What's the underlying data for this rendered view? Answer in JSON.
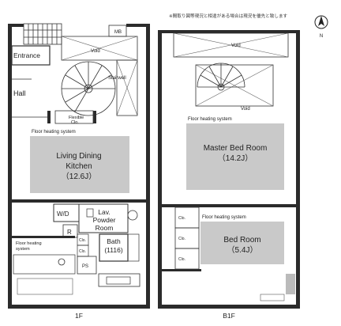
{
  "note": "※間取り図等現況と相違がある場合は現況を優先と致します",
  "compass": {
    "label": "N",
    "icon": "north-arrow-icon"
  },
  "floors": [
    {
      "label": "1F",
      "rooms": {
        "mb": "MB",
        "entrance": "Entrance",
        "void": "Void",
        "stairwell": "Stairwell",
        "hall": "Hall",
        "flexible_clo_1": "Flexible",
        "flexible_clo_2": "Clo.",
        "floor_heating": "Floor heating system",
        "ldk_1": "Living Dining",
        "ldk_2": "Kitchen",
        "ldk_size": "（12.6J）",
        "wd": "W/D",
        "lav_1": "Lav.",
        "lav_2": "Powder",
        "lav_3": "Room",
        "r": "R",
        "clo_1": "Clo.",
        "clo_2": "Clo.",
        "bath": "Bath",
        "bath_size": "(1116)",
        "ps": "PS",
        "floor_heating_small_1": "Floor heating",
        "floor_heating_small_2": "system"
      }
    },
    {
      "label": "B1F",
      "rooms": {
        "void_top": "Void",
        "void_stair": "Void",
        "floor_heating_1": "Floor heating system",
        "master_1": "Master Bed Room",
        "master_size": "（14.2J）",
        "floor_heating_2": "Floor heating system",
        "bed_1": "Bed Room",
        "bed_size": "（5.4J）",
        "clo_1": "Clo.",
        "clo_2": "Clo.",
        "clo_3": "Clo."
      }
    }
  ]
}
